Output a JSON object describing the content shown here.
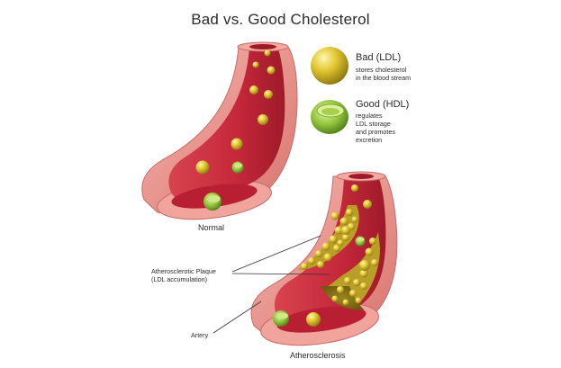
{
  "title": "Bad vs. Good Cholesterol",
  "legend": {
    "bad": {
      "name": "Bad (LDL)",
      "desc_line1": "stores cholesterol",
      "desc_line2": "in the blood stream"
    },
    "good": {
      "name": "Good (HDL)",
      "desc_line1": "regulates",
      "desc_line2": "LDL storage",
      "desc_line3": "and promotes",
      "desc_line4": "excretion"
    }
  },
  "labels": {
    "normal": "Normal",
    "atherosclerosis": "Atherosclerosis",
    "plaque_line1": "Atherosclerotic Plaque",
    "plaque_line2": "(LDL accumulation)",
    "artery": "Artery"
  },
  "colors": {
    "ldl": "#d9c12a",
    "hdl": "#8cc63f",
    "artery_wall": "#e8908f",
    "lumen": "#c0283a",
    "plaque": "#c9b23a"
  }
}
